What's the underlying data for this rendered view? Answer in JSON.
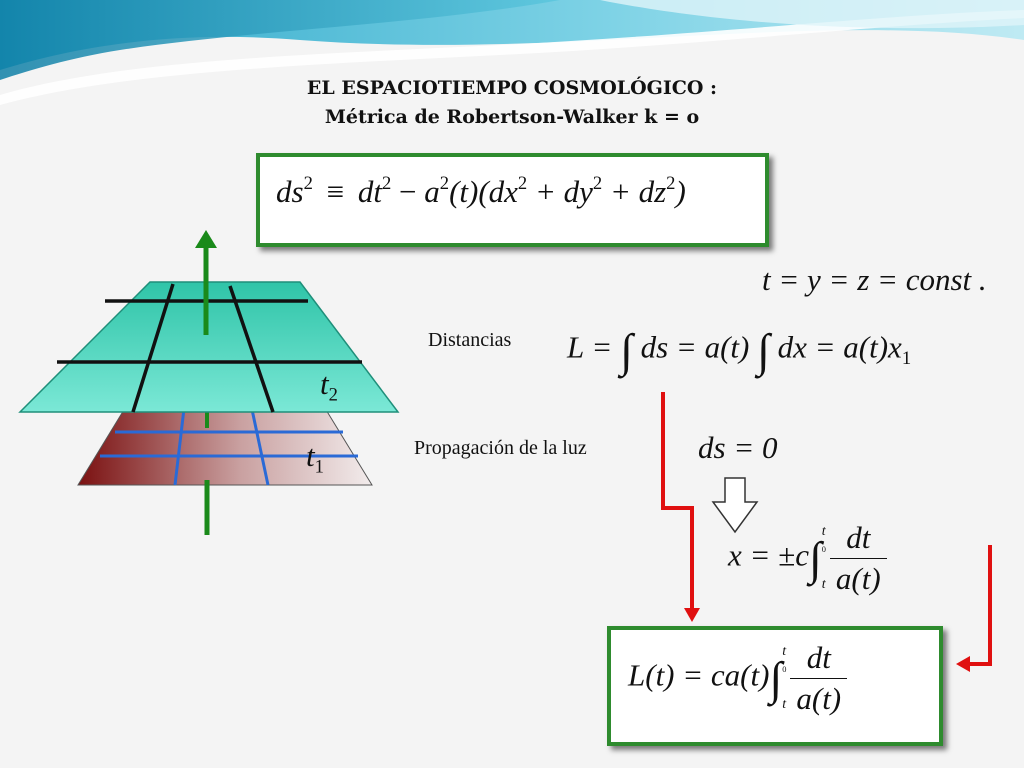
{
  "slide": {
    "title_line1": "EL ESPACIOTIEMPO COSMOLÓGICO :",
    "title_line2": "Métrica de Robertson-Walker k = o"
  },
  "labels": {
    "distancias": "Distancias",
    "propagacion": "Propagación de la luz"
  },
  "diagram": {
    "upper_plane": "t",
    "upper_sub": "2",
    "lower_plane": "t",
    "lower_sub": "1"
  },
  "equations": {
    "metric": {
      "lhs": "ds",
      "op": "≡",
      "t1": "dt",
      "t2": "a",
      "t3": "(t)(dx",
      "t4": " + dy",
      "t5": " + dz",
      "t6": ")",
      "exp": "2"
    },
    "constants": "t = y = z = const .",
    "distance": {
      "lhs": "L =",
      "int": "∫",
      "part1": "ds = a(t)",
      "part2": "dx = a(t)x",
      "sub": "1"
    },
    "light": "ds = 0",
    "x_integral": {
      "lhs": "x = ±c",
      "int": "∫",
      "upper": "t",
      "upper_sub": "0",
      "lower": "t",
      "num": "dt",
      "den": "a(t)"
    },
    "L_integral": {
      "lhs": "L(t) = ca(t)",
      "int": "∫",
      "upper": "t",
      "upper_sub": "0",
      "lower": "t",
      "num": "dt",
      "den": "a(t)"
    }
  },
  "colors": {
    "box_border": "#2e8b2e",
    "arrow_green": "#1a8a1a",
    "arrow_red": "#e01010",
    "plane_teal": "#4fd6c0",
    "plane_maroon": "#7a1a1a",
    "grid_blue": "#2a6ad6"
  }
}
